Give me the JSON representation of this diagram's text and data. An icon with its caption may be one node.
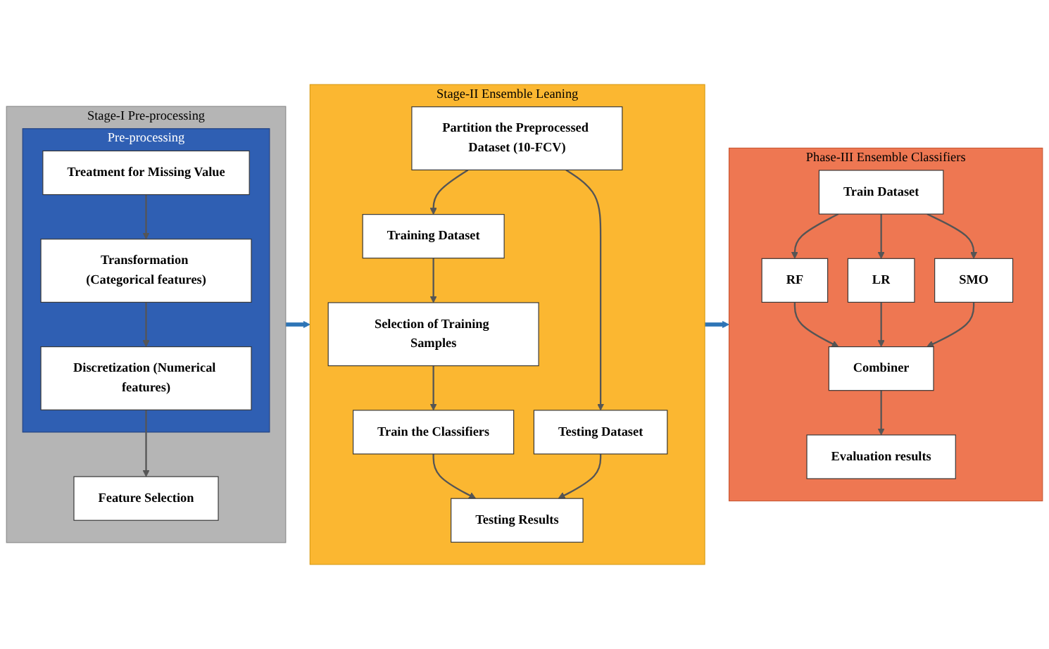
{
  "diagram": {
    "nodes": [
      {
        "text": [
          "Stage-I Pre-processing"
        ]
      },
      {
        "text": [
          "Pre-processing"
        ],
        "in": 0
      },
      {
        "text": [
          "Treatment for Missing Value"
        ],
        "in": 1
      },
      {
        "text": [
          "Transformation (Categorical features)"
        ],
        "in": 1
      },
      {
        "text": [
          "Discretization (Numerical features)"
        ],
        "in": 1
      },
      {
        "text": [
          "Feature Selection"
        ],
        "in": 0
      },
      {
        "text": [
          "Stage-II Ensemble Leaning"
        ]
      },
      {
        "text": [
          "Partition the Preprocessed Dataset (10-FCV)"
        ],
        "in": 6
      },
      {
        "text": [
          "Training Dataset"
        ],
        "in": 6
      },
      {
        "text": [
          "Testing Dataset"
        ],
        "in": 6
      },
      {
        "text": [
          "Selection of Training Samples"
        ],
        "in": 6
      },
      {
        "text": [
          "Train the Classifiers"
        ],
        "in": 6
      },
      {
        "text": [
          "Testing Results"
        ],
        "in": 6
      },
      {
        "text": [
          "Phase-III Ensemble Classifiers"
        ]
      },
      {
        "text": [
          "Train Dataset"
        ],
        "in": 13
      },
      {
        "text": [
          "RF"
        ],
        "in": 13
      },
      {
        "text": [
          "LR"
        ],
        "in": 13
      },
      {
        "text": [
          "SMO"
        ],
        "in": 13
      },
      {
        "text": [
          "Combiner"
        ],
        "in": 13
      },
      {
        "text": [
          "Evaluation results"
        ],
        "in": 13
      }
    ],
    "edges": [
      {
        "from": 2,
        "to": 3,
        "arrow": "to"
      },
      {
        "from": 3,
        "to": 4,
        "arrow": "to"
      },
      {
        "from": 4,
        "to": 5,
        "arrow": "to"
      },
      {
        "from": 0,
        "to": 6,
        "arrow": "to",
        "style": "thick",
        "color": "#2e75b6"
      },
      {
        "from": 7,
        "to": 8,
        "arrow": "to"
      },
      {
        "from": 7,
        "to": 9,
        "arrow": "to"
      },
      {
        "from": 8,
        "to": 10,
        "arrow": "to"
      },
      {
        "from": 10,
        "to": 11,
        "arrow": "to"
      },
      {
        "from": 11,
        "to": 12,
        "arrow": "to"
      },
      {
        "from": 9,
        "to": 12,
        "arrow": "to"
      },
      {
        "from": 6,
        "to": 13,
        "arrow": "to",
        "style": "thick",
        "color": "#2e75b6"
      },
      {
        "from": 14,
        "to": 15,
        "arrow": "to"
      },
      {
        "from": 14,
        "to": 16,
        "arrow": "to"
      },
      {
        "from": 14,
        "to": 17,
        "arrow": "to"
      },
      {
        "from": 15,
        "to": 18,
        "arrow": "to"
      },
      {
        "from": 16,
        "to": 18,
        "arrow": "to"
      },
      {
        "from": 17,
        "to": 18,
        "arrow": "to"
      },
      {
        "from": 18,
        "to": 19,
        "arrow": "to"
      }
    ]
  }
}
